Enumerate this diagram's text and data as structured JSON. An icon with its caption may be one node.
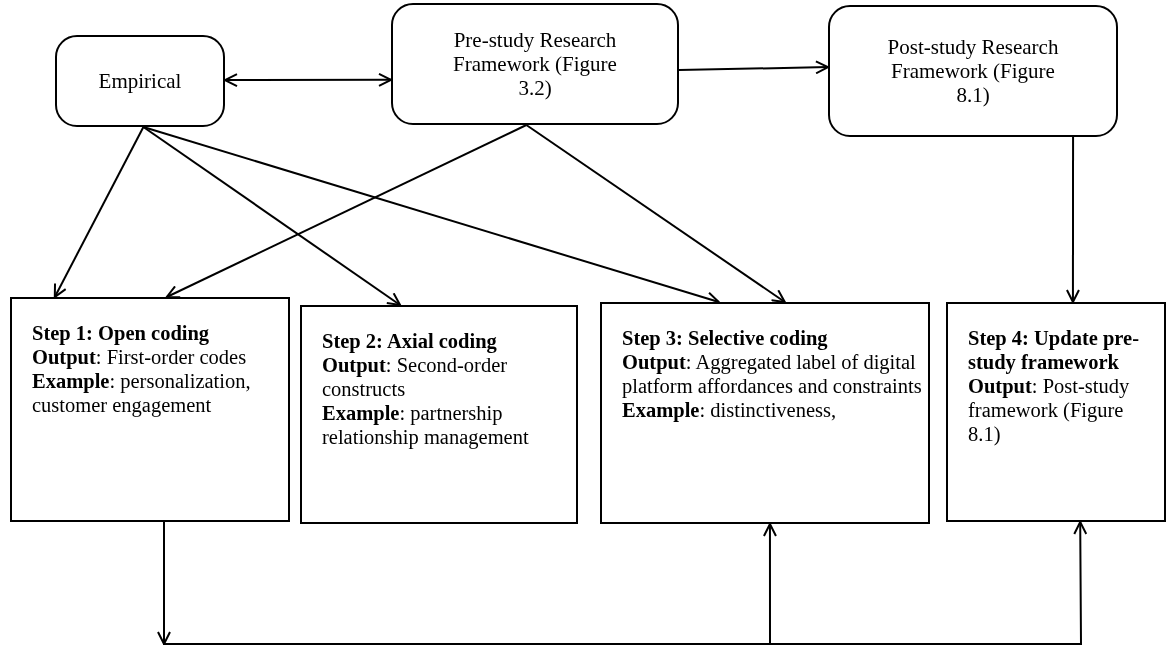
{
  "diagram": {
    "nodes": [
      {
        "text": [
          "Empirical"
        ]
      },
      {
        "text": [
          "Pre-study Research Framework (Figure 3.2)"
        ]
      },
      {
        "text": [
          "Post-study Research Framework (Figure 8.1)"
        ]
      },
      {
        "text": [
          "Step 1: Open coding",
          "**Output**: First-order codes",
          "**Example**: personalization, customer engagement"
        ]
      },
      {
        "text": [
          "Step 2: Axial coding",
          "**Output**: Second-order constructs",
          "**Example**: partnership relationship management"
        ]
      },
      {
        "text": [
          "Step 3: Selective coding",
          "**Output**: Aggregated label of digital platform affordances and constraints",
          "**Example**: distinctiveness,"
        ]
      },
      {
        "text": [
          "Step 4: Update pre-study framework",
          "**Output**: Post-study framework (Figure 8.1)"
        ]
      }
    ],
    "edges": [
      {
        "from": 0,
        "to": 1,
        "arrow": "both"
      },
      {
        "from": 1,
        "to": 2,
        "arrow": "to"
      },
      {
        "from": 0,
        "to": 3,
        "arrow": "to"
      },
      {
        "from": 0,
        "to": 4,
        "arrow": "to"
      },
      {
        "from": 0,
        "to": 5,
        "arrow": "to"
      },
      {
        "from": 1,
        "to": 3,
        "arrow": "to"
      },
      {
        "from": 1,
        "to": 5,
        "arrow": "to"
      },
      {
        "from": 2,
        "to": 6,
        "arrow": "to"
      },
      {
        "from": 3,
        "to": 5,
        "arrow": "to"
      },
      {
        "from": 3,
        "to": 6,
        "arrow": "to"
      }
    ]
  }
}
